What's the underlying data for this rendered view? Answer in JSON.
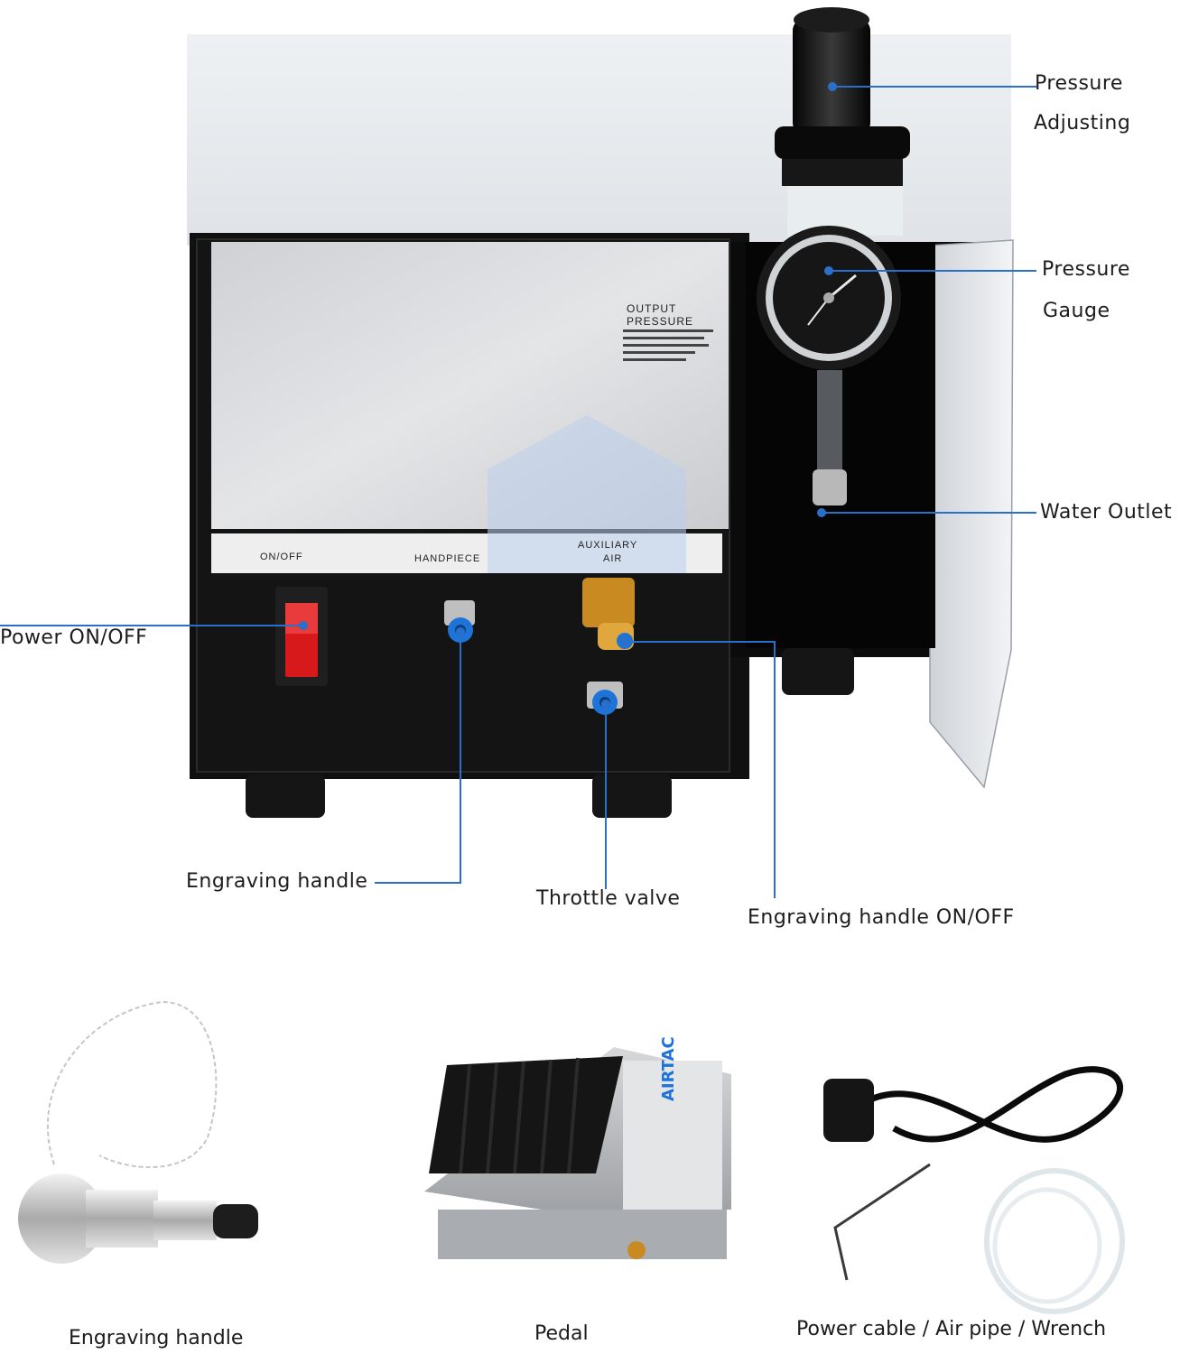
{
  "machine": {
    "panel": {
      "output_pressure_line1": "OUTPUT",
      "output_pressure_line2": "PRESSURE",
      "on_off": "ON/OFF",
      "handpiece": "HANDPIECE",
      "auxiliary_line1": "AUXILIARY",
      "auxiliary_line2": "AIR"
    }
  },
  "callouts": {
    "pressure_adjusting_line1": "Pressure",
    "pressure_adjusting_line2": "Adjusting",
    "pressure_gauge_line1": "Pressure",
    "pressure_gauge_line2": "Gauge",
    "water_outlet": "Water Outlet",
    "power_on_off": "Power ON/OFF",
    "engraving_handle": "Engraving handle",
    "throttle_valve": "Throttle valve",
    "engraving_handle_on_off": "Engraving handle ON/OFF"
  },
  "accessories": {
    "handle_caption": "Engraving handle",
    "pedal_caption": "Pedal",
    "pedal_brand": "AIRTAC",
    "kit_caption": "Power  cable / Air pipe / Wrench"
  },
  "colors": {
    "callout_line": "#2a6fc9",
    "machine_body": "#111111",
    "panel_silver": "#d9dadc",
    "switch_red": "#d8191c",
    "connector_blue": "#1e73d8",
    "valve_brass": "#d4952b"
  }
}
